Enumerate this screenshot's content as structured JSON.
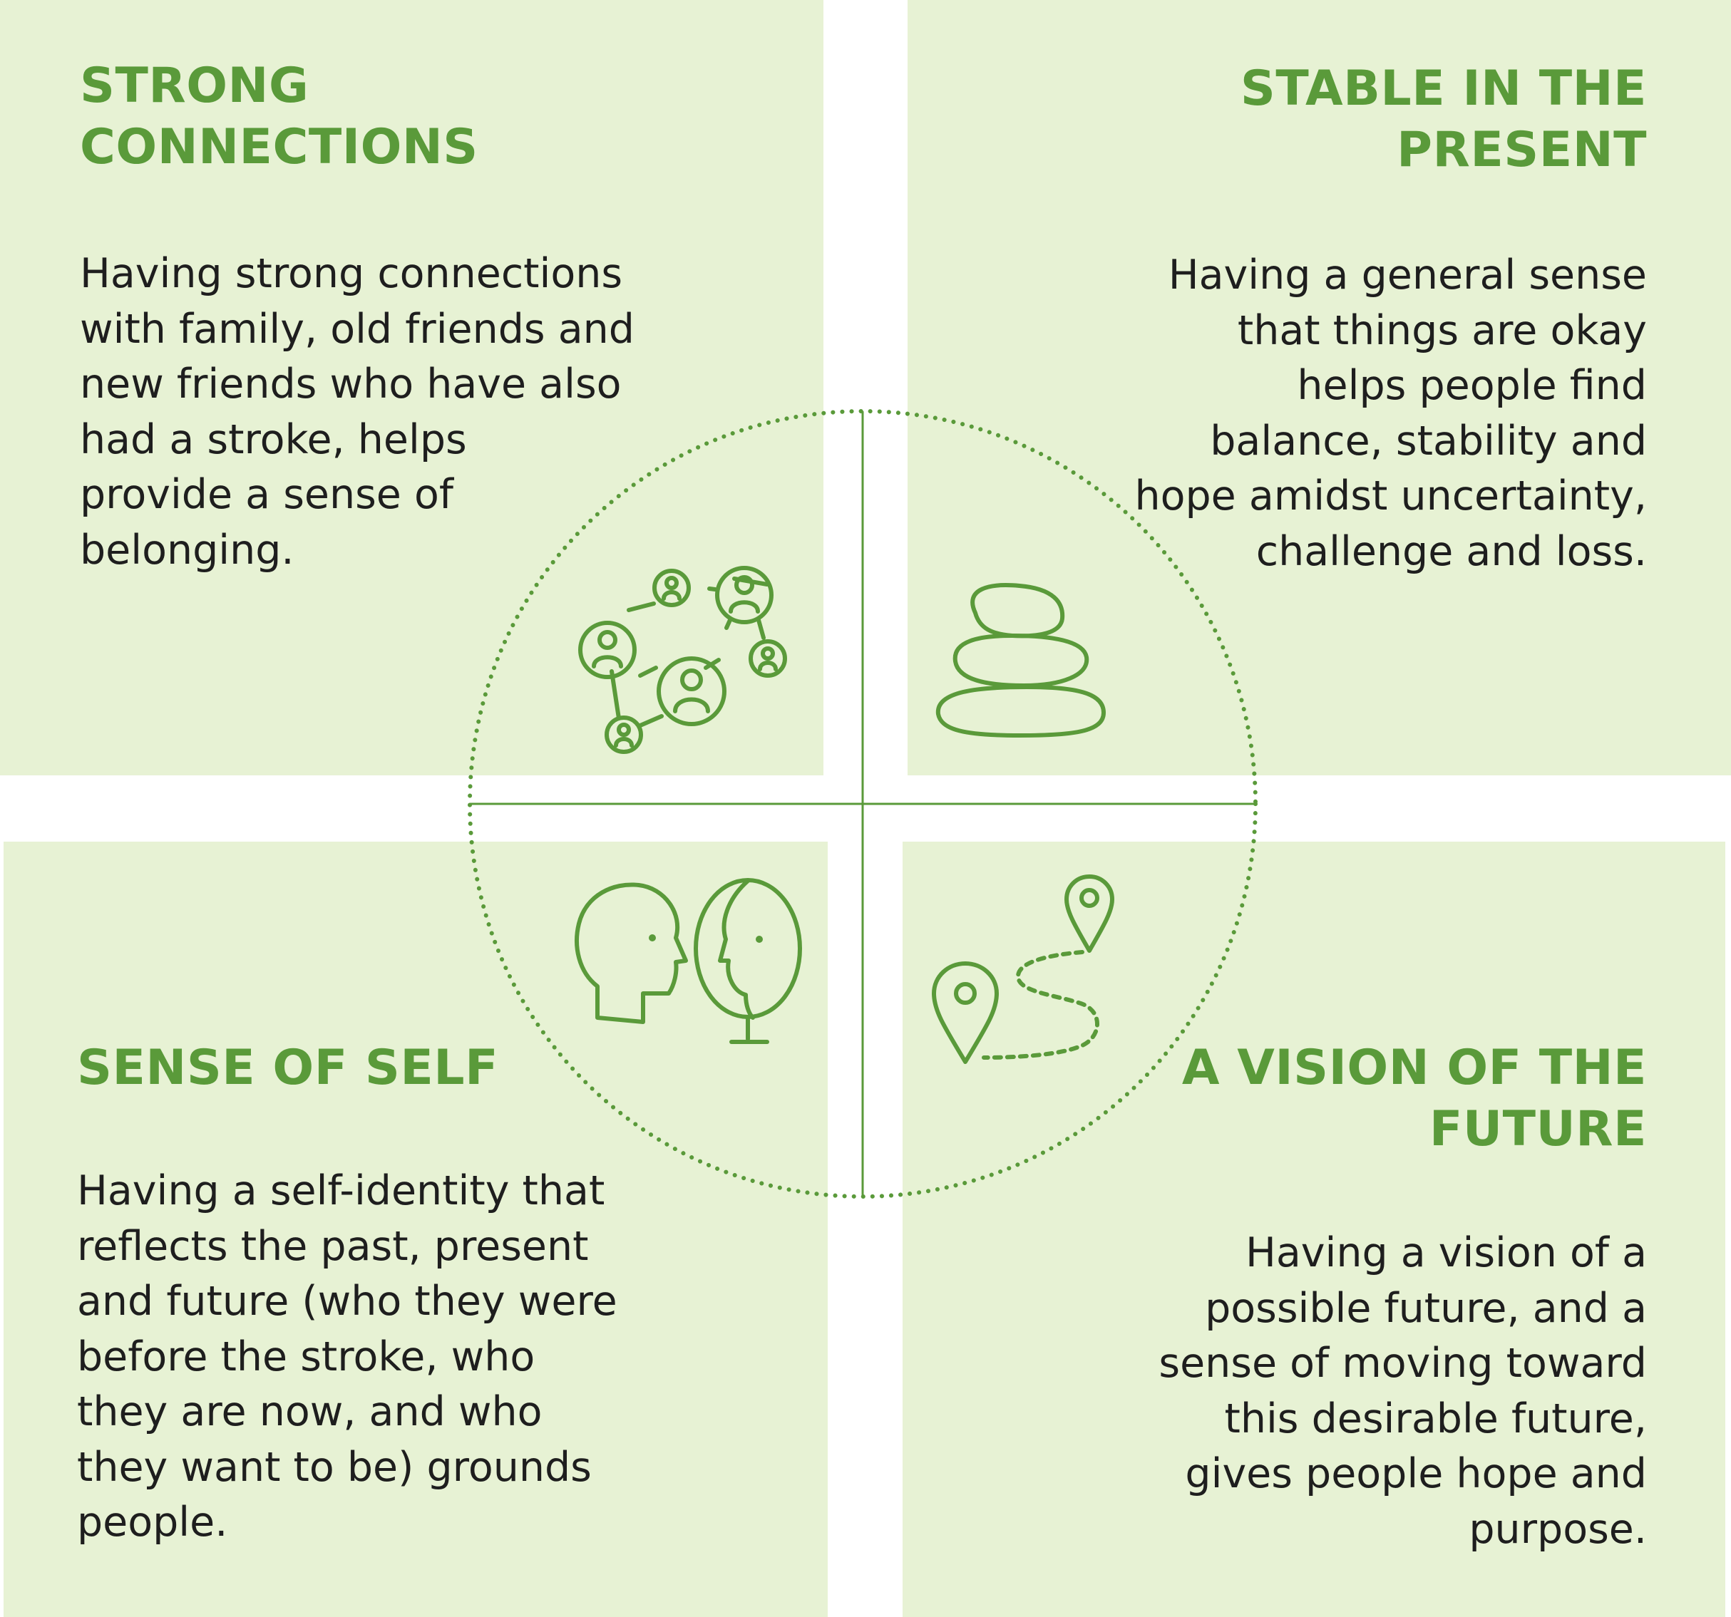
{
  "colors": {
    "panel_bg": "#e7f2d4",
    "accent": "#5a9a3a",
    "text": "#1e1e1e"
  },
  "quadrants": {
    "top_left": {
      "title": "STRONG\nCONNECTIONS",
      "body": "Having strong connections\nwith family, old friends and\nnew friends who have also\nhad a stroke, helps\nprovide a sense of\nbelonging.",
      "icon": "network-people-icon"
    },
    "top_right": {
      "title": "STABLE IN THE\nPRESENT",
      "body": "Having a general sense\nthat things are okay\nhelps people find\nbalance, stability and\nhope amidst uncertainty,\nchallenge and loss.",
      "icon": "stacked-stones-icon"
    },
    "bottom_left": {
      "title": "SENSE OF SELF",
      "body": "Having a self-identity that\nreflects the past, present\nand future (who they were\nbefore the stroke, who\nthey are now, and who\nthey want to be) grounds\npeople.",
      "icon": "head-mirror-icon"
    },
    "bottom_right": {
      "title": "A VISION OF THE\nFUTURE",
      "body": "Having a vision of a\npossible future, and a\nsense of moving toward\nthis desirable future,\ngives people hope and\npurpose.",
      "icon": "map-route-icon"
    }
  }
}
